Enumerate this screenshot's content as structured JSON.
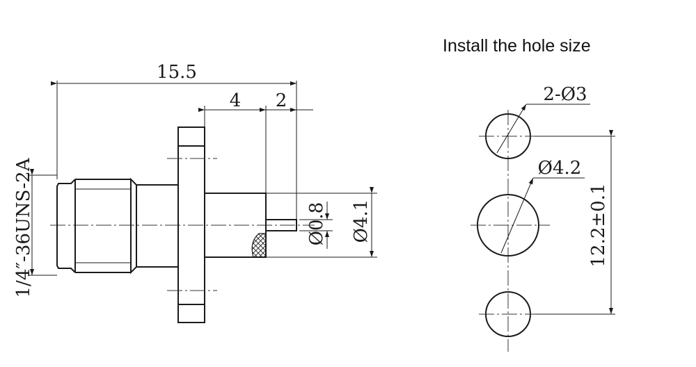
{
  "title": "Install the hole size",
  "connector": {
    "overall_length": "15.5",
    "body_length": "4",
    "pin_length": "2",
    "thread": "1/4″-36UNS-2A",
    "pin_diameter": "Ø0.8",
    "body_diameter": "Ø4.1"
  },
  "panel": {
    "mount_holes": "2-Ø3",
    "center_hole": "Ø4.2",
    "hole_spacing": "12.2±0.1"
  }
}
